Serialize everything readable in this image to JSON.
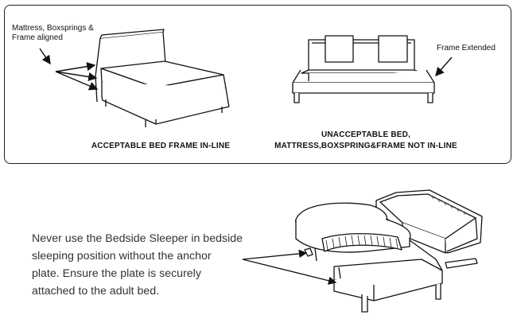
{
  "top_panel": {
    "left_label_line1": "Mattress, Boxsprings &",
    "left_label_line2": "Frame aligned",
    "right_label": "Frame Extended",
    "caption_left": "ACCEPTABLE BED FRAME IN-LINE",
    "caption_right_line1": "UNACCEPTABLE BED,",
    "caption_right_line2": "MATTRESS,BOXSPRING&FRAME NOT IN-LINE"
  },
  "bottom": {
    "warning_lines": [
      "Never use the Bedside Sleeper in bedside",
      "sleeping position without the anchor",
      "plate. Ensure the plate is securely",
      "attached to the adult bed."
    ]
  }
}
